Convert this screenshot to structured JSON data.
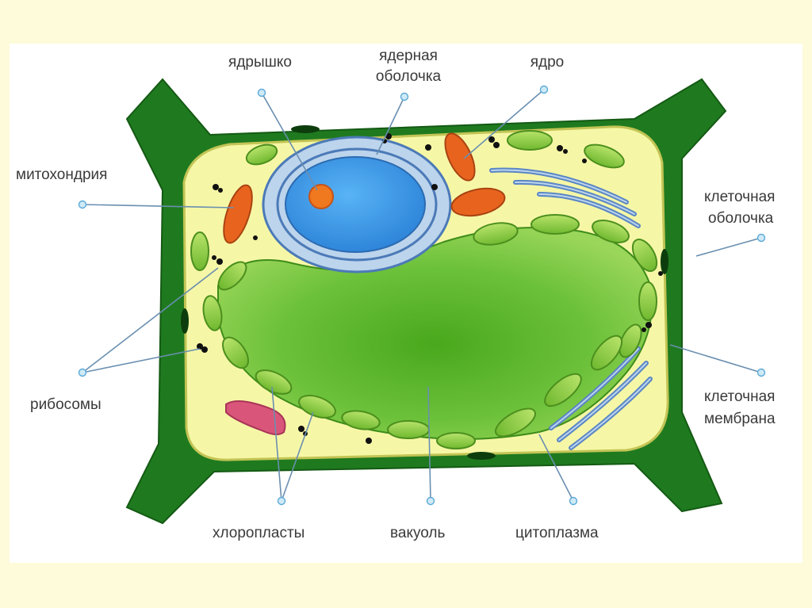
{
  "labels": {
    "nucleolus": "ядрышко",
    "nuclear_envelope_1": "ядерная",
    "nuclear_envelope_2": "оболочка",
    "nucleus": "ядро",
    "mitochondrion": "митохондрия",
    "cell_wall_1": "клеточная",
    "cell_wall_2": "оболочка",
    "ribosomes": "рибосомы",
    "cell_membrane_1": "клеточная",
    "cell_membrane_2": "мембрана",
    "chloroplasts": "хлоропласты",
    "vacuole": "вакуоль",
    "cytoplasm": "цитоплазма"
  },
  "colors": {
    "background": "#fdfbd9",
    "cell_wall": "#1f7a1f",
    "cytoplasm": "#f6f7a6",
    "vacuole": "#55b82a",
    "chloroplast": "#8fcf3c",
    "nucleus": "#3a9be8",
    "nucleolus": "#f0781e",
    "er": "#5a86c4",
    "mitochondrion": "#e8641e",
    "golgi_pink": "#d9567a"
  }
}
